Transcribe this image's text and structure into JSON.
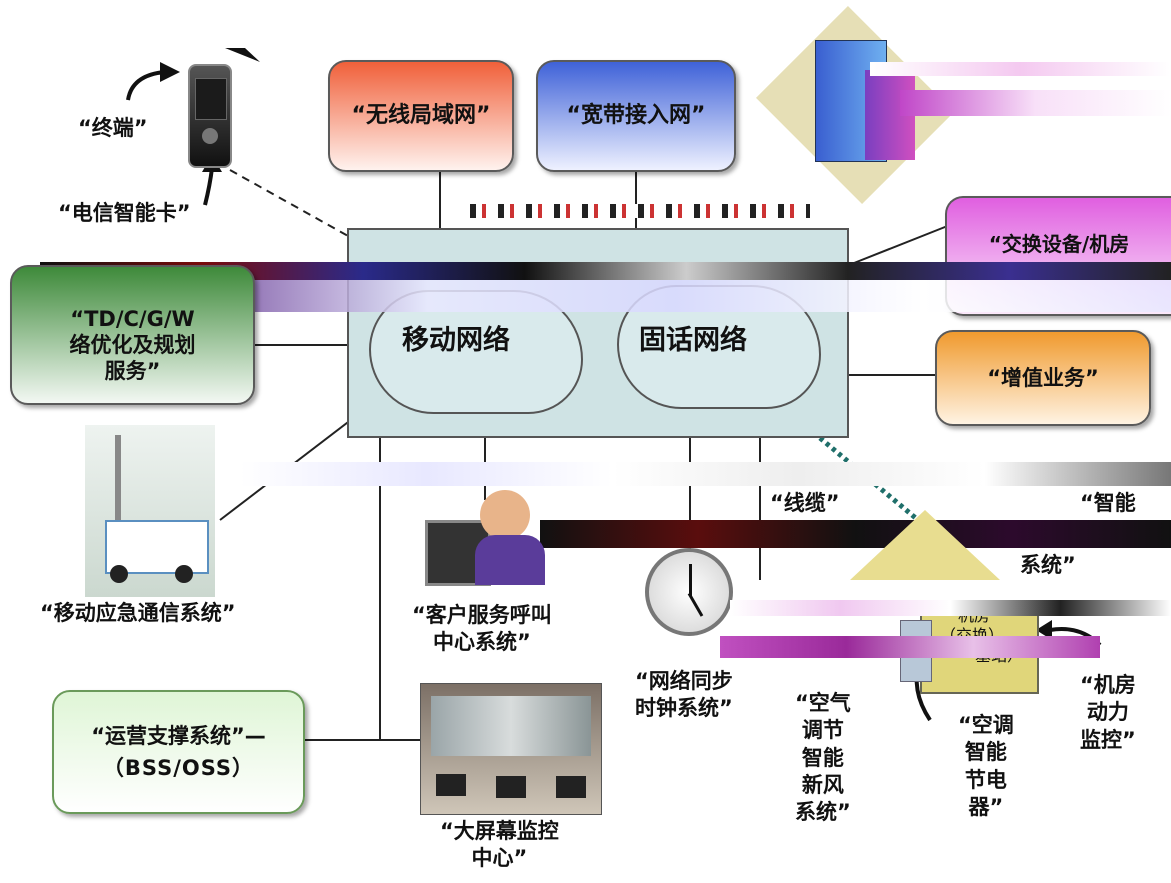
{
  "nodes": {
    "terminal": "“终端”",
    "smart_card": "“电信智能卡”",
    "wlan": "“无线局域网”",
    "broadband": "“宽带接入网”",
    "switching": "“交换设备/机房",
    "network_opt": "“TD/C/G/W\n络优化及规划\n服务”",
    "mobile_net": "移动网络",
    "fixed_net": "固话网络",
    "value_added": "“增值业务”",
    "emergency": "“移动应急通信系统”",
    "call_center": "“客户服务呼叫\n中心系统”",
    "cable": "“线缆”",
    "smart": "“智能",
    "system_suffix": "系统”",
    "clock": "“网络同步\n时钟系统”",
    "air_fresh": "“空气\n调节\n智能\n新风\n系统”",
    "ac_saver": "“空调\n智能\n节电\n器”",
    "room_power": "“机房\n动力\n监控”",
    "bss_oss_1": "“运营支撑系统”—",
    "bss_oss_2": "（BSS/OSS）",
    "big_screen": "“大屏幕监控\n中心”",
    "room_label": "机房",
    "room_sub": "（交换）",
    "room_sub2": "基站）"
  },
  "colors": {
    "wlan_top": "#f0603a",
    "broadband_top": "#3f62d8",
    "network_top": "#3e8a3a",
    "value_added_top": "#f09a2e",
    "bss_top": "#9ed88c",
    "core_bg": "#cfe3e4"
  }
}
